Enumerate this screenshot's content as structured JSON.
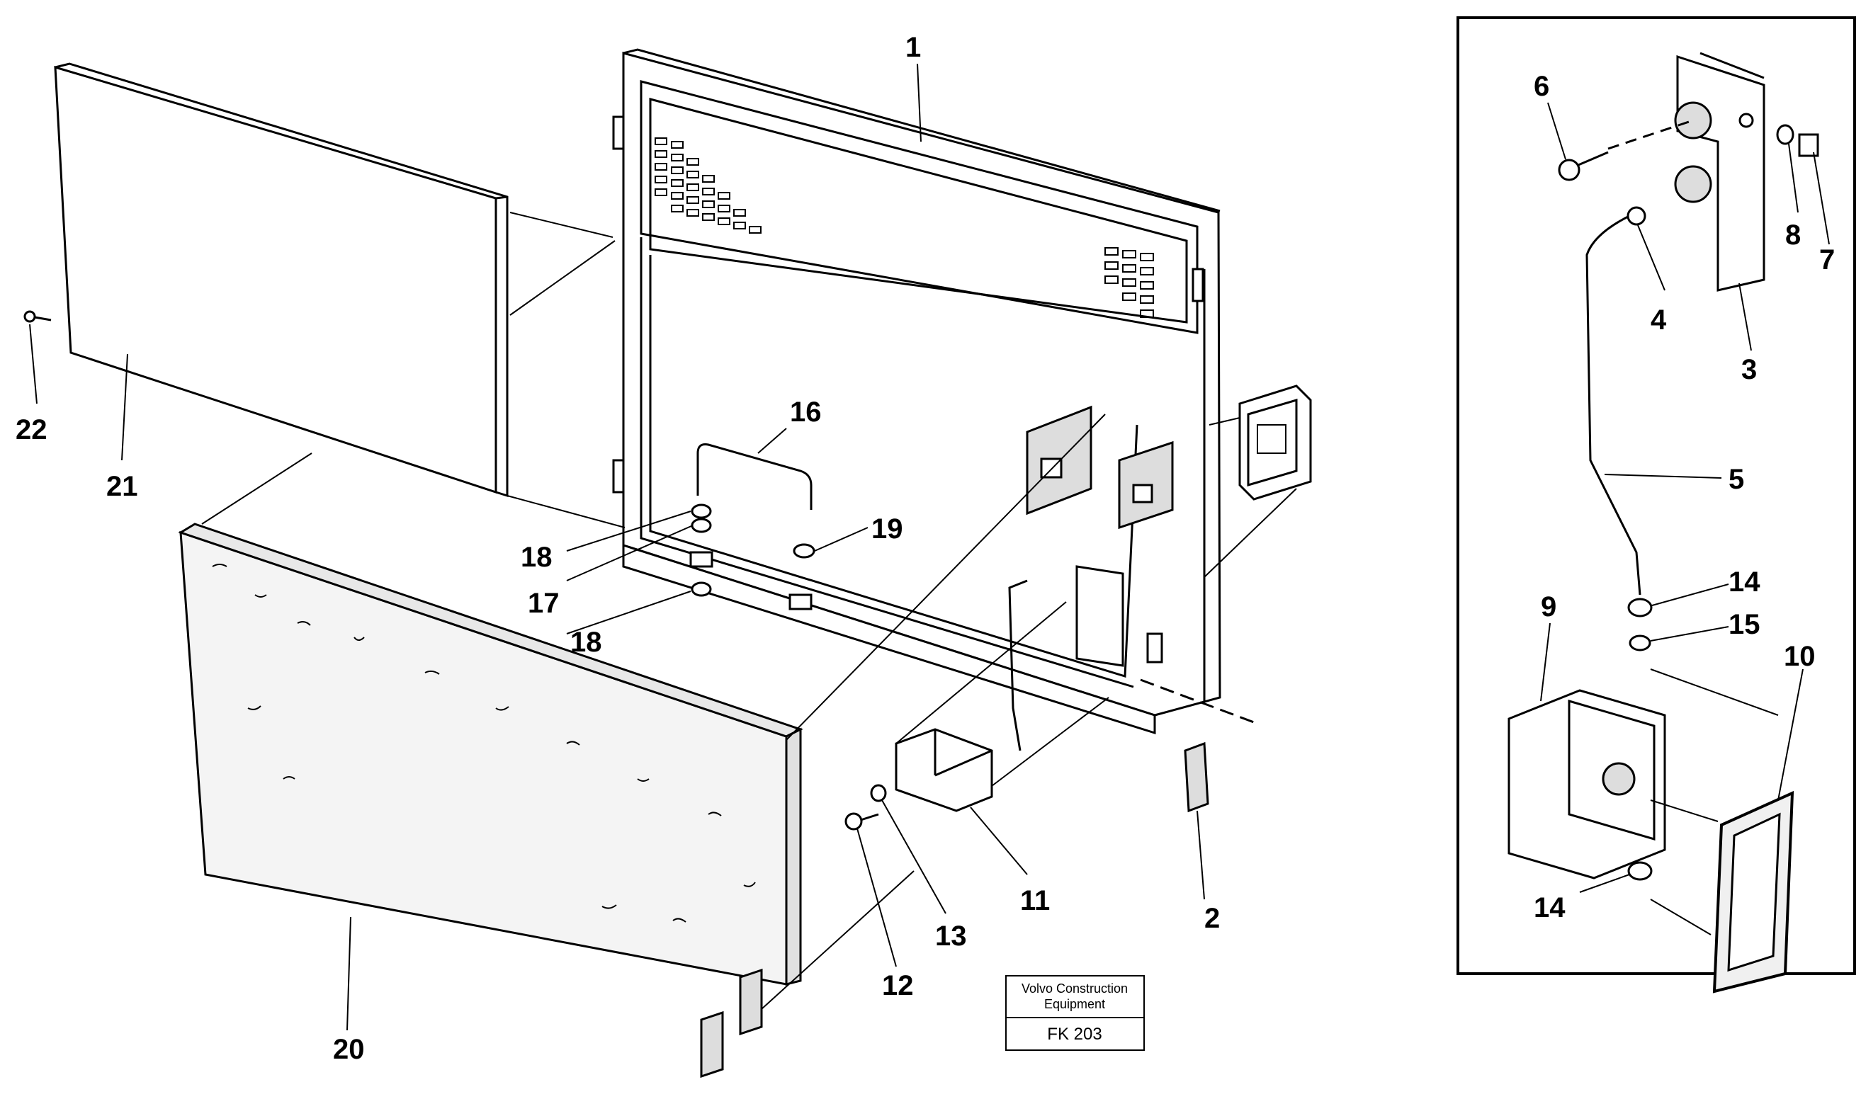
{
  "diagram": {
    "callouts": [
      "1",
      "2",
      "3",
      "4",
      "5",
      "6",
      "7",
      "8",
      "9",
      "10",
      "11",
      "12",
      "13",
      "14",
      "14",
      "15",
      "16",
      "17",
      "18",
      "18",
      "19",
      "20",
      "21",
      "22"
    ]
  },
  "caption": {
    "line1": "Volvo Construction",
    "line2": "Equipment",
    "code": "FK 203"
  },
  "icons": {
    "main": "exploded-cab-rear-wall-icon",
    "inset": "latch-detail-icon"
  }
}
